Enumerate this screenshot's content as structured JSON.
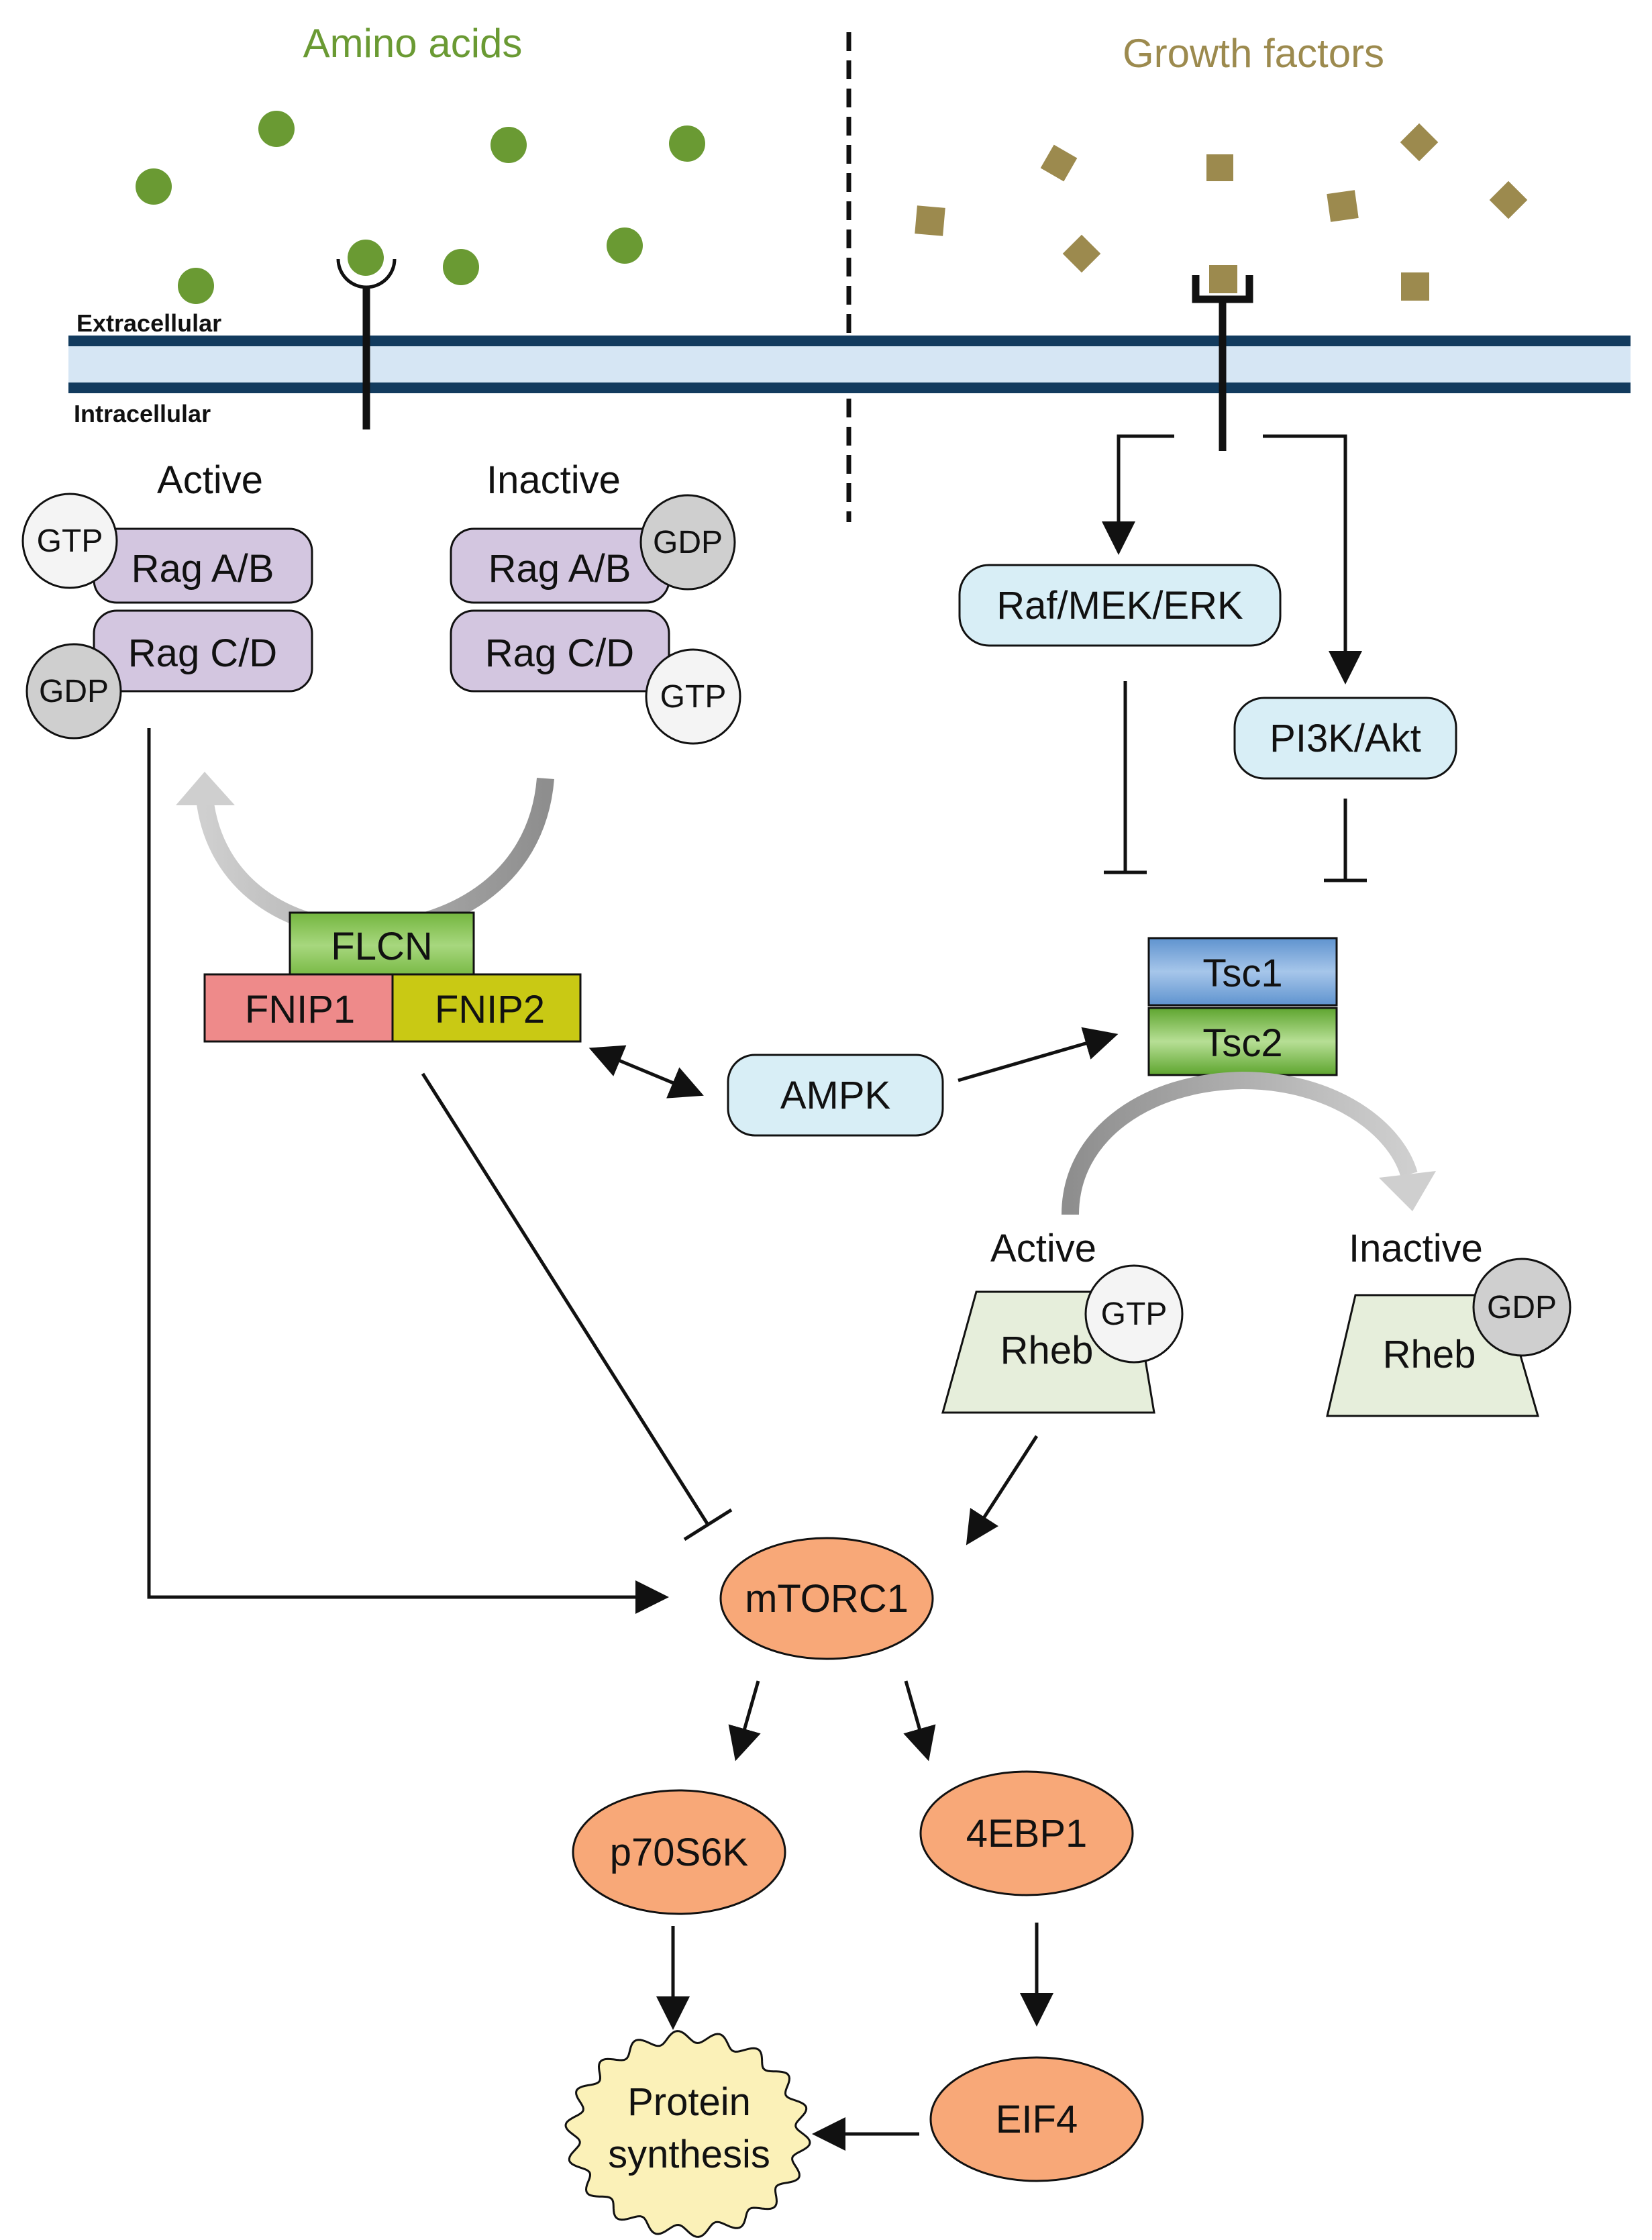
{
  "header": {
    "amino_acids": "Amino acids",
    "growth_factors": "Growth factors"
  },
  "membrane": {
    "extracellular": "Extracellular",
    "intracellular": "Intracellular"
  },
  "rag_active": {
    "state": "Active",
    "ragab": "Rag A/B",
    "ragcd": "Rag C/D",
    "nucleotide_top": "GTP",
    "nucleotide_bottom": "GDP"
  },
  "rag_inactive": {
    "state": "Inactive",
    "ragab": "Rag A/B",
    "ragcd": "Rag C/D",
    "nucleotide_top": "GDP",
    "nucleotide_bottom": "GTP"
  },
  "flcn_complex": {
    "flcn": "FLCN",
    "fnip1": "FNIP1",
    "fnip2": "FNIP2"
  },
  "nodes": {
    "ampk": "AMPK",
    "raf": "Raf/MEK/ERK",
    "pi3k": "PI3K/Akt",
    "tsc1": "Tsc1",
    "tsc2": "Tsc2",
    "mtorc1": "mTORC1",
    "p70s6k": "p70S6K",
    "ebp1": "4EBP1",
    "eif4": "EIF4",
    "protein_line1": "Protein",
    "protein_line2": "synthesis"
  },
  "rheb_active": {
    "state": "Active",
    "label": "Rheb",
    "nucleotide": "GTP"
  },
  "rheb_inactive": {
    "state": "Inactive",
    "label": "Rheb",
    "nucleotide": "GDP"
  },
  "colors": {
    "amino_acid": "#6a9a33",
    "growth_factor": "#9c8a4e",
    "membrane_dark": "#123b5e",
    "membrane_light": "#d6e6f4",
    "rag": "#d3c6e0",
    "flcn": "#8cc65a",
    "fnip1": "#ee8a8a",
    "fnip2": "#c9c914",
    "blue_node": "#d8eef6",
    "tsc1": "#7ea9d8",
    "tsc2": "#7fbf4d",
    "rheb": "#e6eedb",
    "orange_node": "#f8a878",
    "protein_synthesis": "#fbf1b8",
    "gtp": "#f4f4f4",
    "gdp": "#cfcfcf"
  }
}
